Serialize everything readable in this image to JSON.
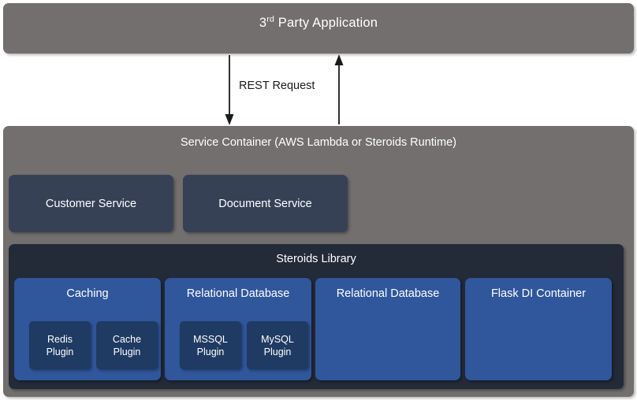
{
  "diagram": {
    "client": {
      "label_prefix": "3",
      "label_sup": "rd",
      "label_rest": " Party Application",
      "fill": "#726f6e"
    },
    "connector": {
      "label": "REST Request",
      "down_arrow_name": "rest-request-down-arrow",
      "up_arrow_name": "rest-response-up-arrow",
      "stroke": "#1a1a1a"
    },
    "service_container": {
      "title": "Service Container (AWS Lambda or Steroids Runtime)",
      "fill": "#726f6e",
      "services": [
        {
          "label": "Customer Service",
          "fill": "#364156"
        },
        {
          "label": "Document Service",
          "fill": "#364156"
        }
      ]
    },
    "library": {
      "title": "Steroids Library",
      "fill": "#232a38",
      "group_fill": "#30569b",
      "plugin_fill": "#1f3a63",
      "groups": [
        {
          "title": "Caching",
          "plugins": [
            {
              "line1": "Redis",
              "line2": "Plugin"
            },
            {
              "line1": "Cache",
              "line2": "Plugin"
            }
          ]
        },
        {
          "title": "Relational Database",
          "plugins": [
            {
              "line1": "MSSQL",
              "line2": "Plugin"
            },
            {
              "line1": "MySQL",
              "line2": "Plugin"
            }
          ]
        },
        {
          "title": "Relational Database",
          "plugins": []
        },
        {
          "title": "Flask DI Container",
          "plugins": []
        }
      ]
    }
  }
}
